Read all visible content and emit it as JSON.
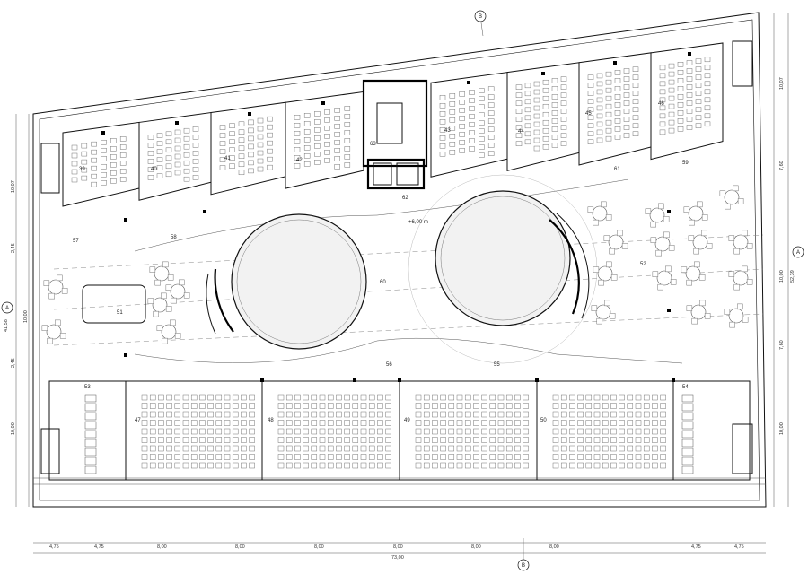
{
  "plan": {
    "room_numbers": {
      "r39": "39",
      "r40": "40",
      "r41": "41",
      "r42": "42",
      "r43": "43",
      "r44": "44",
      "r45": "45",
      "r46": "46",
      "r47": "47",
      "r48": "48",
      "r49": "49",
      "r50": "50",
      "r51": "51",
      "r52": "52",
      "r53": "53",
      "r54": "54",
      "r55": "55",
      "r56": "56",
      "r57": "57",
      "r58": "58",
      "r59": "59",
      "r60": "60",
      "r61": "61",
      "r62": "62",
      "r63": "63"
    },
    "level_mark": "+6,00 m",
    "grid_labels": {
      "A": "A",
      "B": "B"
    },
    "dims_bottom": [
      "4,75",
      "4,75",
      "8,00",
      "8,00",
      "8,00",
      "8,00",
      "8,00",
      "8,00",
      "4,75",
      "4,75"
    ],
    "dim_total_bottom": "73,00",
    "dims_left": [
      "10,07",
      "2,45",
      "10,00",
      "2,45",
      "10,00"
    ],
    "dim_total_left": "41,58",
    "dims_right": [
      "10,07",
      "7,60",
      "10,00",
      "7,60",
      "10,00"
    ],
    "dim_total_right": "52,39"
  }
}
